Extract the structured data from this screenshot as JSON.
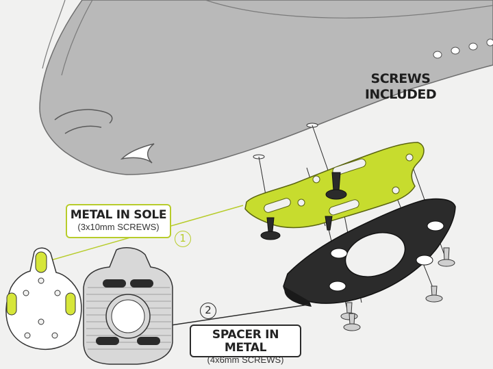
{
  "header": {
    "screws_line1": "SCREWS",
    "screws_line2": "INCLUDED"
  },
  "callouts": {
    "metal": {
      "number": "1",
      "title": "METAL IN SOLE",
      "subtitle": "(3x10mm SCREWS)"
    },
    "spacer": {
      "number": "2",
      "title": "SPACER IN METAL",
      "subtitle": "(4x6mm SCREWS)"
    }
  },
  "colors": {
    "accent_lime": "#c7dc2e",
    "sole_gray": "#b9b9b9",
    "spacer_black": "#2b2b2b",
    "background": "#f1f1f0"
  },
  "icons": [
    "shoe-sole-illustration",
    "lime-metal-plate",
    "black-spacer-plate",
    "cleat-front",
    "cleat-back",
    "screw-icon"
  ]
}
